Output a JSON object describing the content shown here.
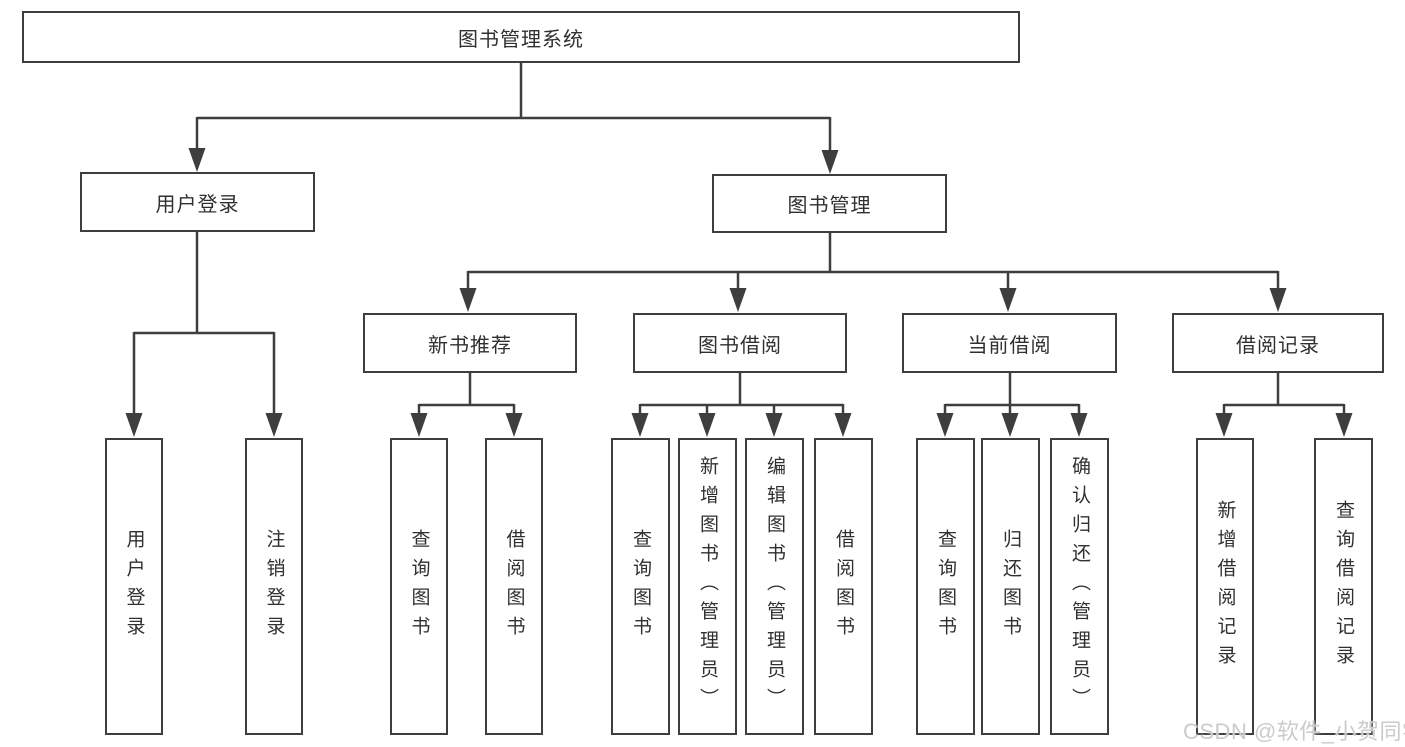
{
  "colors": {
    "line": "#3e3e3e",
    "text": "#303030",
    "background": "#ffffff",
    "watermark_color": "#cbcbcb"
  },
  "nodes": {
    "root": "图书管理系统",
    "user_login": "用户登录",
    "book_management": "图书管理",
    "new_book_rec": "新书推荐",
    "book_borrow": "图书借阅",
    "current_borrow": "当前借阅",
    "borrow_records": "借阅记录",
    "leaf_user_login": "用户登录",
    "leaf_logout": "注销登录",
    "leaf_nb_query": "查询图书",
    "leaf_nb_borrow": "借阅图书",
    "leaf_bb_query": "查询图书",
    "leaf_bb_add": "新增图书（管理员）",
    "leaf_bb_edit": "编辑图书（管理员）",
    "leaf_bb_borrow": "借阅图书",
    "leaf_cb_query": "查询图书",
    "leaf_cb_return": "归还图书",
    "leaf_cb_confirm": "确认归还（管理员）",
    "leaf_br_add": "新增借阅记录",
    "leaf_br_query": "查询借阅记录"
  },
  "hierarchy": {
    "图书管理系统": [
      "用户登录",
      "图书管理"
    ],
    "用户登录": [
      "用户登录",
      "注销登录"
    ],
    "图书管理": [
      "新书推荐",
      "图书借阅",
      "当前借阅",
      "借阅记录"
    ],
    "新书推荐": [
      "查询图书",
      "借阅图书"
    ],
    "图书借阅": [
      "查询图书",
      "新增图书（管理员）",
      "编辑图书（管理员）",
      "借阅图书"
    ],
    "当前借阅": [
      "查询图书",
      "归还图书",
      "确认归还（管理员）"
    ],
    "借阅记录": [
      "新增借阅记录",
      "查询借阅记录"
    ]
  },
  "watermark": "CSDN @软件_小贺同学"
}
